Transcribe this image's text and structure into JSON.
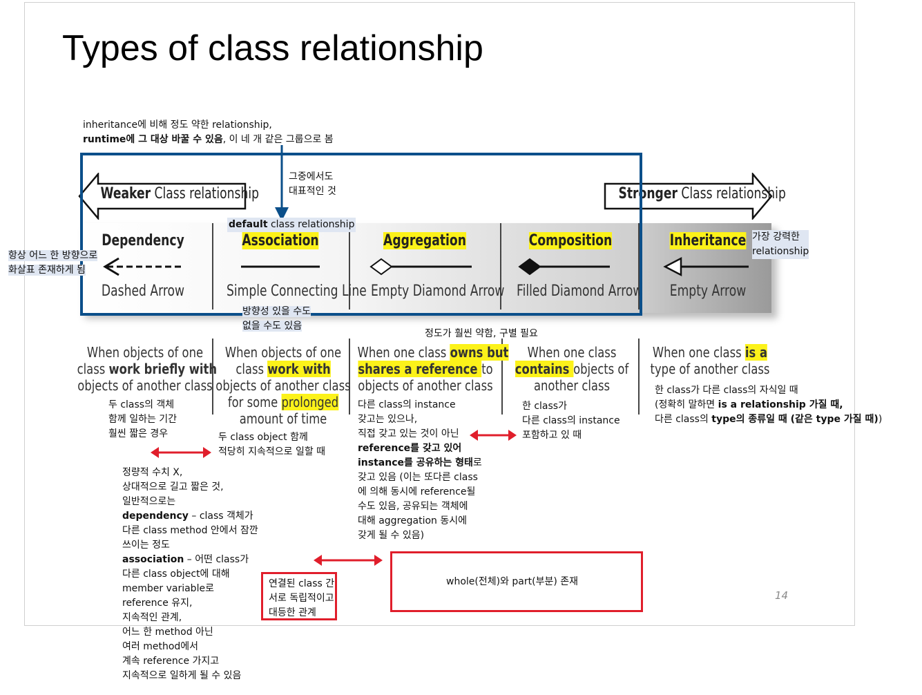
{
  "title": "Types of class relationship",
  "page_number": "14",
  "top_note": {
    "line1": "inheritance에 비해 정도 약한 relationship,",
    "line2_bold": "runtime에 그 대상 바꿀 수 있음",
    "line2_rest": ", 이 네 개 같은 그룹으로 봄"
  },
  "representative_note": [
    "그중에서도",
    "대표적인 것"
  ],
  "weaker": {
    "bold": "Weaker",
    "rest": " Class relationship"
  },
  "stronger": {
    "bold": "Stronger",
    "rest": " Class relationship"
  },
  "default_label": {
    "bold": "default",
    "rest": " class relationship"
  },
  "strongest_note": [
    "가장 강력한",
    "relationship"
  ],
  "direction_note": [
    "항상 어느 한 방향으로",
    "화살표 존재하게 됨"
  ],
  "assoc_direction_note": [
    "방향성 있을 수도",
    "없을 수도 있음"
  ],
  "weaker_note": "정도가 훨씬 약함, 구별 필요",
  "relationships": [
    {
      "name": "Dependency",
      "notation": "Dashed Arrow"
    },
    {
      "name": "Association",
      "notation": "Simple Connecting Line"
    },
    {
      "name": "Aggregation",
      "notation": "Empty Diamond Arrow"
    },
    {
      "name": "Composition",
      "notation": "Filled Diamond Arrow"
    },
    {
      "name": "Inheritance",
      "notation": "Empty Arrow"
    }
  ],
  "descriptions": {
    "dependency": {
      "l1": "When objects of one",
      "l2a": "class ",
      "l2b": "work briefly with",
      "l3": "objects of another class"
    },
    "association": {
      "l1": "When objects of one",
      "l2a": "class ",
      "l2b": "work with",
      "l3": "objects of another class",
      "l4a": "for some ",
      "l4b": "prolonged",
      "l5": "amount of time"
    },
    "aggregation": {
      "l1a": "When one class ",
      "l1b": "owns but",
      "l2a": "shares a reference ",
      "l2b": "to",
      "l3": "objects of another class"
    },
    "composition": {
      "l1": "When one class",
      "l2a": "contains ",
      "l2b": "objects of",
      "l3": "another class"
    },
    "inheritance": {
      "l1a": "When one class ",
      "l1b": "is a",
      "l2": "type of another class"
    }
  },
  "notes": {
    "dependency": [
      "두 class의 객체",
      "함께 일하는 기간",
      "훨씬 짧은 경우"
    ],
    "association": [
      "두 class object 함께",
      "적당히 지속적으로 일할 때"
    ],
    "aggregation": [
      "다른 class의 instance",
      "갖고는 있으나,",
      "직접 갖고 있는 것이 아닌"
    ],
    "aggregation_bold": [
      "reference를 갖고 있어",
      "instance를 공유하는 형태"
    ],
    "aggregation_bold_tail": "로",
    "aggregation_rest": [
      "갖고 있음 (이는 또다른 class",
      "에 의해 동시에 reference될",
      "수도 있음, 공유되는 객체에",
      "대해 aggregation 동시에",
      "갖게 될 수 있음)"
    ],
    "composition": [
      "한 class가",
      "다른 class의 instance",
      "포함하고 있 때"
    ],
    "inheritance_l1": "한 class가 다른 class의 자식일 때",
    "inheritance_l2a": "(정확히 말하면 ",
    "inheritance_l2b": "is a relationship 가질 때,",
    "inheritance_l3a": "다른 class의 ",
    "inheritance_l3b": "type의 종류일 때 (같은 type 가질 때)",
    "inheritance_l3c": ")"
  },
  "long_note": {
    "intro": [
      "정량적 수치 X,",
      "상대적으로 길고 짧은 것,",
      "일반적으로는"
    ],
    "dep_label": "dependency",
    "dep_text": " – class 객체가",
    "dep_rest": [
      "다른 class method 안에서 잠깐",
      "쓰이는 정도"
    ],
    "assoc_label": "association",
    "assoc_text": " – 어떤 class가",
    "assoc_rest": [
      "다른 class object에 대해",
      "member variable로",
      "reference 유지,",
      "지속적인 관계,",
      "어느 한 method  아닌",
      "여러 method에서",
      "계속 reference 가지고",
      "지속적으로 일하게 될 수 있음"
    ]
  },
  "independent_box": [
    "연결된 class 간",
    "서로 독립적이고",
    "대등한 관계"
  ],
  "whole_part_box": "whole(전체)와 part(부분) 존재",
  "colors": {
    "highlight": "#fcf21a",
    "blue_box": "#0b4f8a",
    "red": "#e01e2b",
    "note_bg": "#dfe6f2"
  }
}
